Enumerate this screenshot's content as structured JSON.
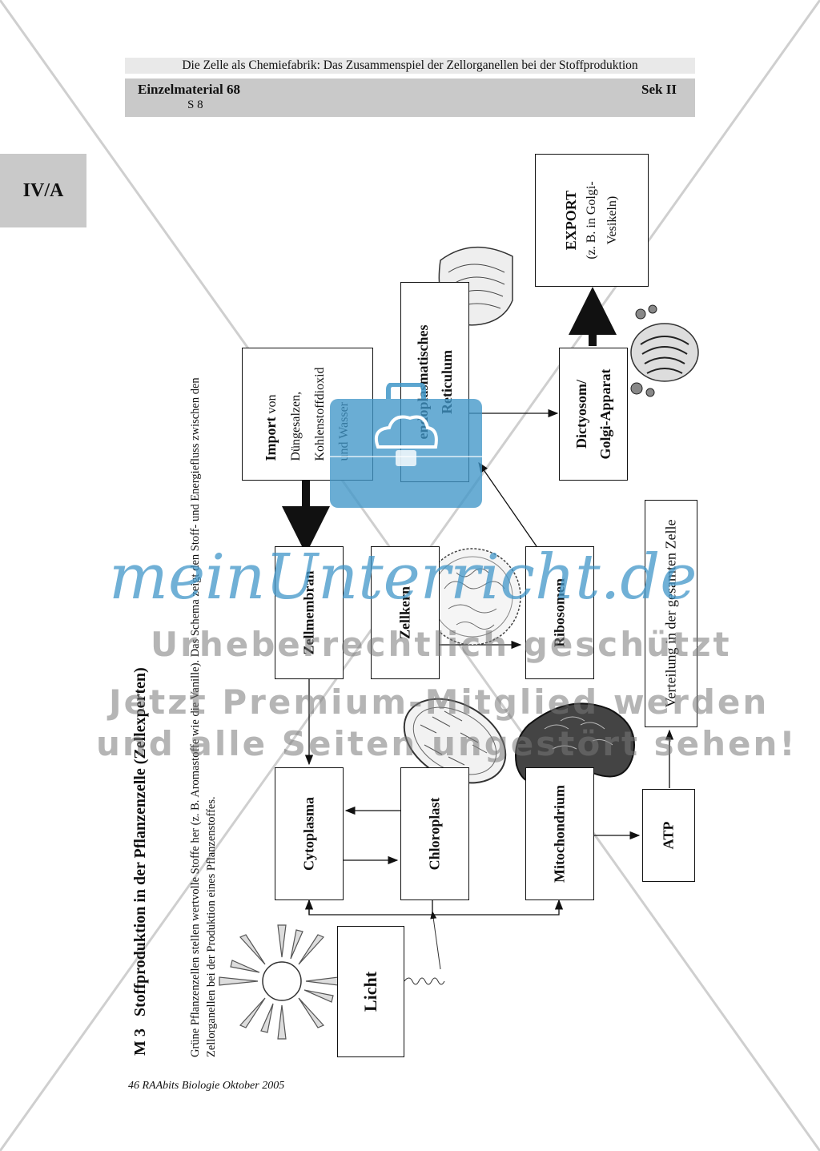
{
  "header": {
    "title": "Die Zelle als Chemiefabrik: Das Zusammenspiel der Zellorganellen bei der Stoffproduktion",
    "material": "Einzelmaterial 68",
    "page": "S 8",
    "level": "Sek II"
  },
  "side_tab": "IV/A",
  "section": {
    "number": "M 3",
    "title": "Stoffproduktion in der Pflanzenzelle (Zellexperten)",
    "intro_line1": "Grüne Pflanzenzellen stellen wertvolle Stoffe her (z. B. Aromastoffe wie die Vanille). Das Schema zeigt den Stoff- und Energiefluss zwischen den",
    "intro_line2": "Zellorganellen bei der Produktion eines Pflanzenstoffes."
  },
  "boxes": {
    "licht": "Licht",
    "cytoplasma": "Cytoplasma",
    "chloroplast": "Chloroplast",
    "mitochondrium": "Mitochondrium",
    "atp": "ATP",
    "zellmembran": "Zellmembran",
    "zellkern": "Zellkern",
    "ribosomen": "Ribosomen",
    "verteilung": "Verteilung in der gesamten Zelle",
    "import_bold": "Import",
    "import_rest": "von",
    "import_line2": "Düngesalzen,",
    "import_line3": "Kohlenstoffdioxid",
    "import_line4": "und Wasser",
    "er_line1": "endoplasmatisches",
    "er_line2": "Reticulum",
    "golgi_line1": "Dictyosom/",
    "golgi_line2": "Golgi-Apparat",
    "export_bold": "EXPORT",
    "export_line2": "(z. B. in Golgi-",
    "export_line3": "Vesikeln)"
  },
  "footer": "46 RAAbits Biologie Oktober 2005",
  "watermark": {
    "logo": "meinUnterricht.de",
    "line1": "Urheberrechtlich geschützt",
    "line2": "Jetzt Premium-Mitglied werden",
    "line3": "und alle Seiten ungestört sehen!"
  },
  "colors": {
    "header_bar": "#c9c9c9",
    "watermark_blue": "#4096c8"
  }
}
